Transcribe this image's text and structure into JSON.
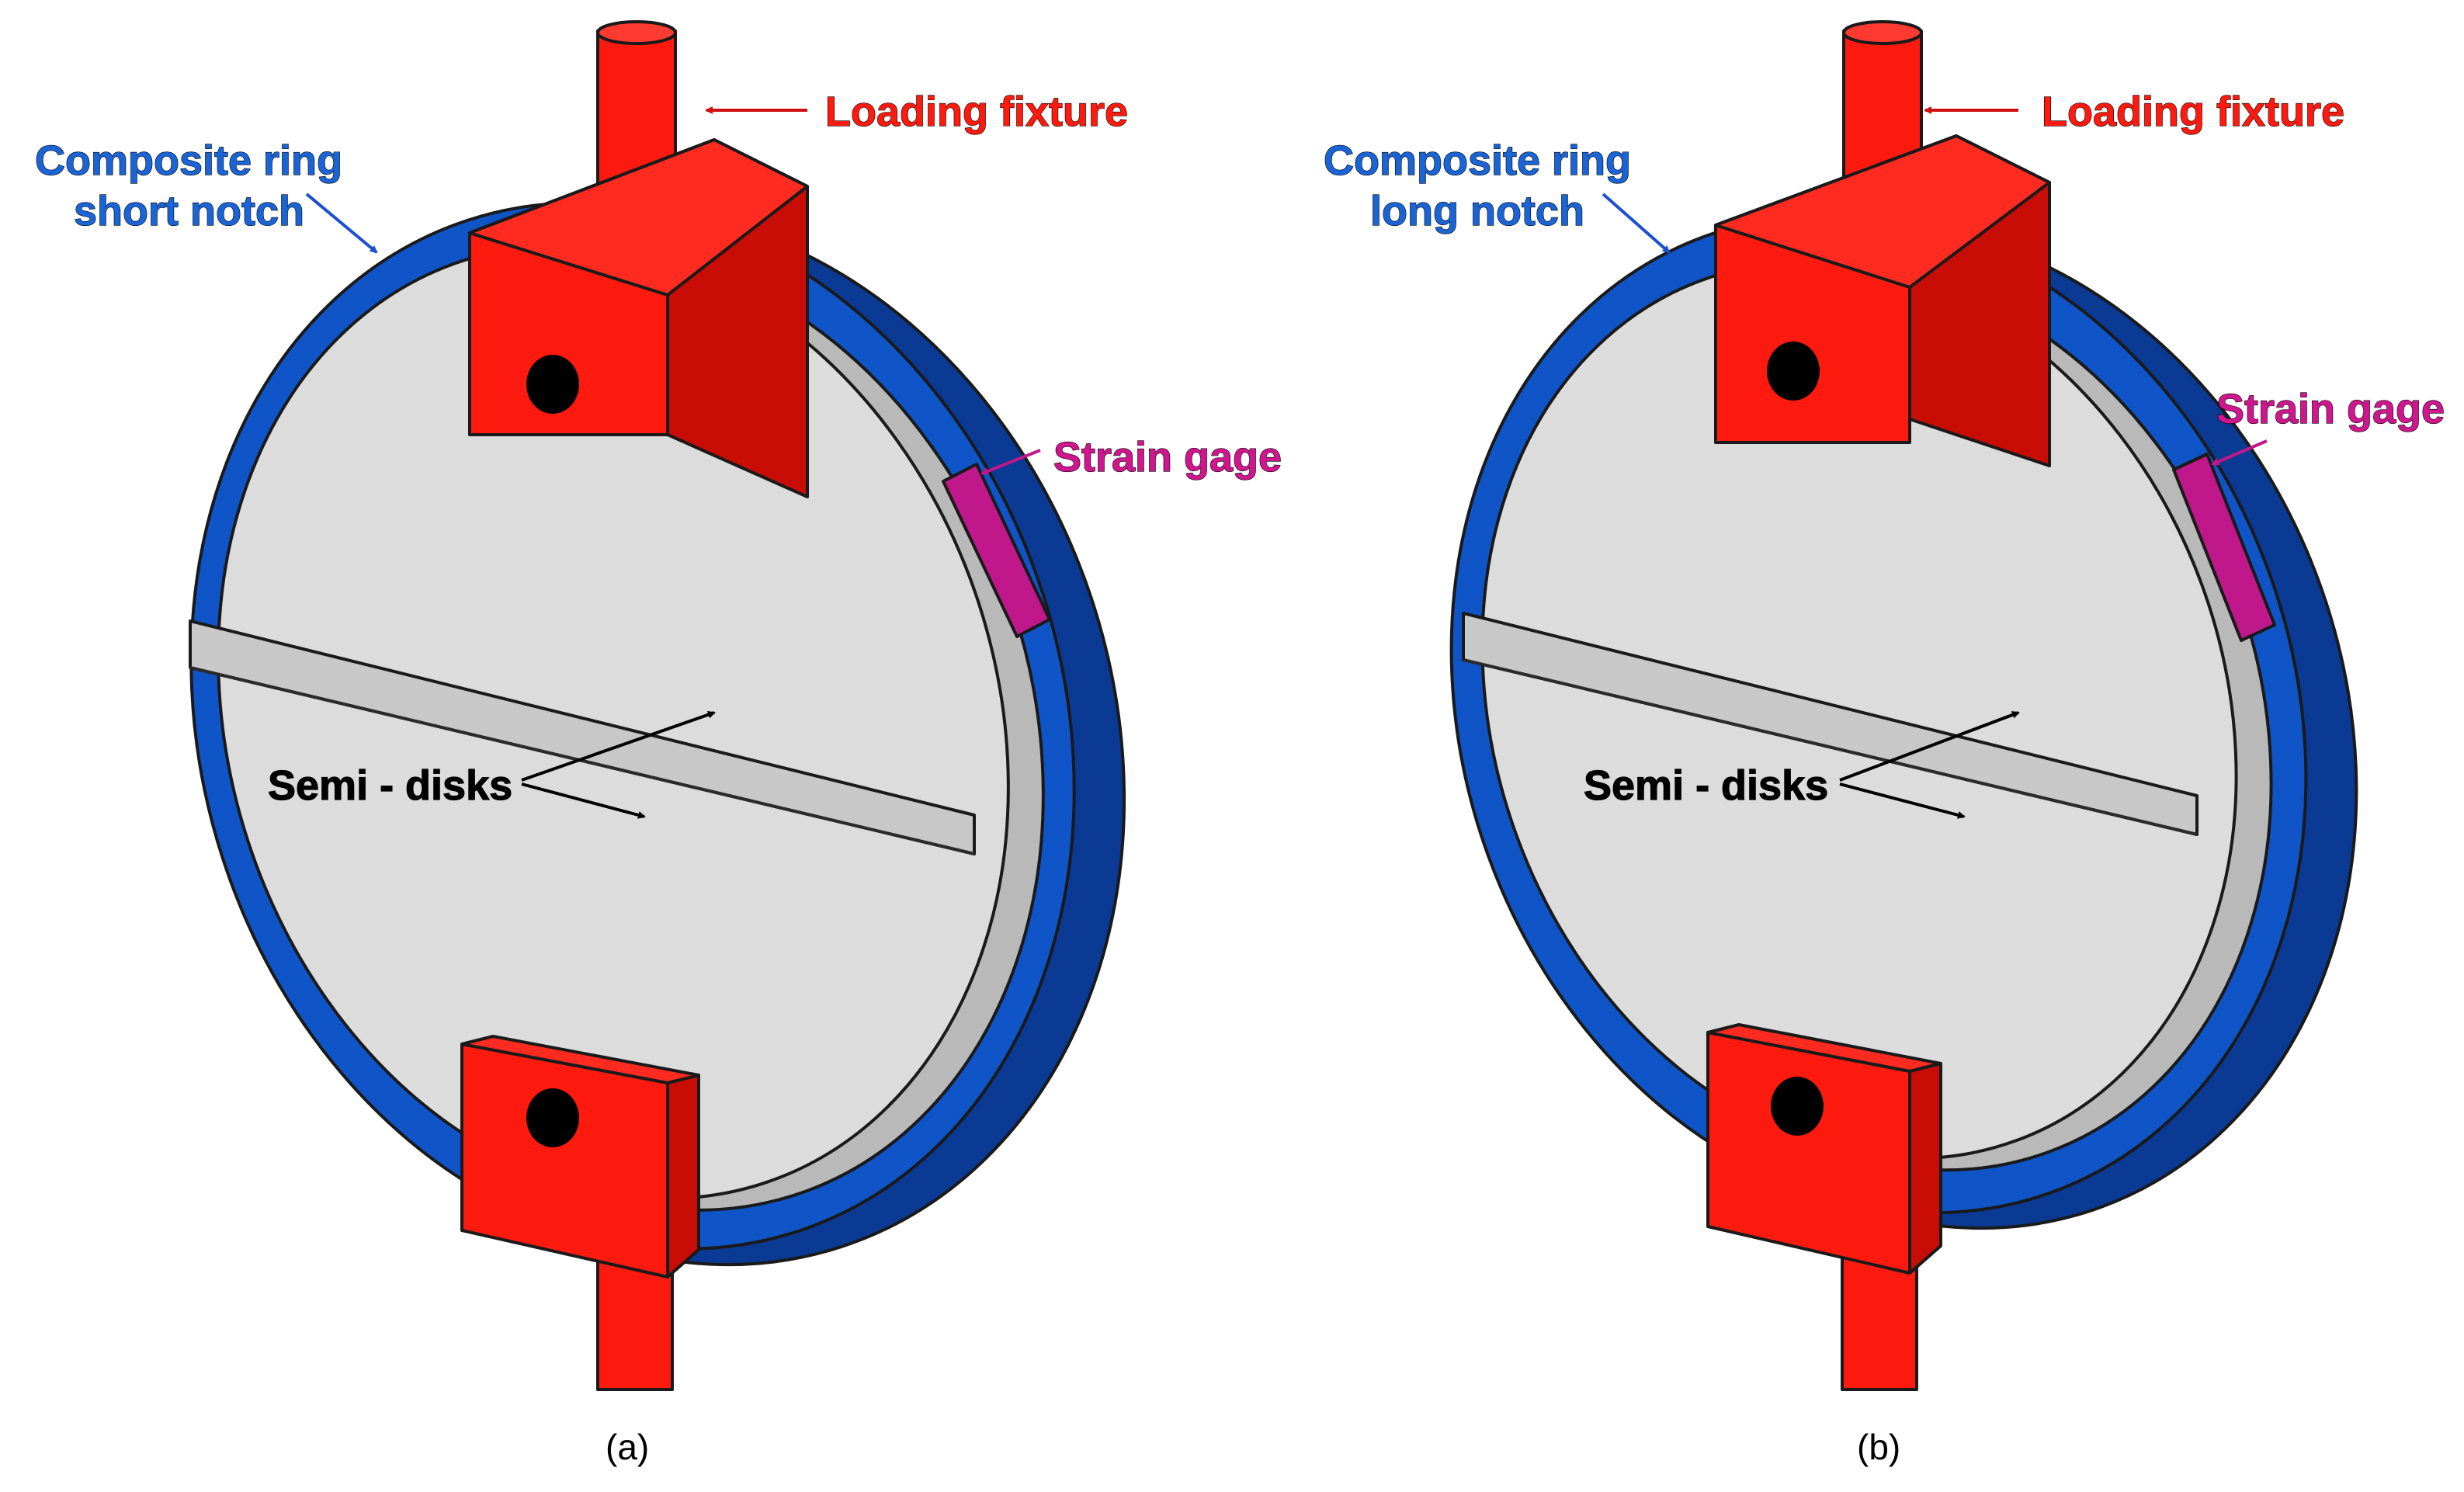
{
  "colors": {
    "ring": "#1055c8",
    "ring_dark": "#0a3a94",
    "fixture": "#ff1a10",
    "fixture_dark": "#c80c06",
    "disk": "#dcdcdc",
    "disk_side": "#b9b9b9",
    "gage": "#c0188a",
    "label_blue": "#1a64d6",
    "label_red": "#ff1a10",
    "label_magenta": "#d0168e"
  },
  "panels": [
    {
      "caption": "(a)",
      "ring_label": [
        "Composite ring",
        "short notch"
      ],
      "fixture_label": "Loading fixture",
      "gage_label": "Strain gage",
      "disks_label": "Semi - disks"
    },
    {
      "caption": "(b)",
      "ring_label": [
        "Composite ring",
        "long notch"
      ],
      "fixture_label": "Loading fixture",
      "gage_label": "Strain gage",
      "disks_label": "Semi - disks"
    }
  ]
}
